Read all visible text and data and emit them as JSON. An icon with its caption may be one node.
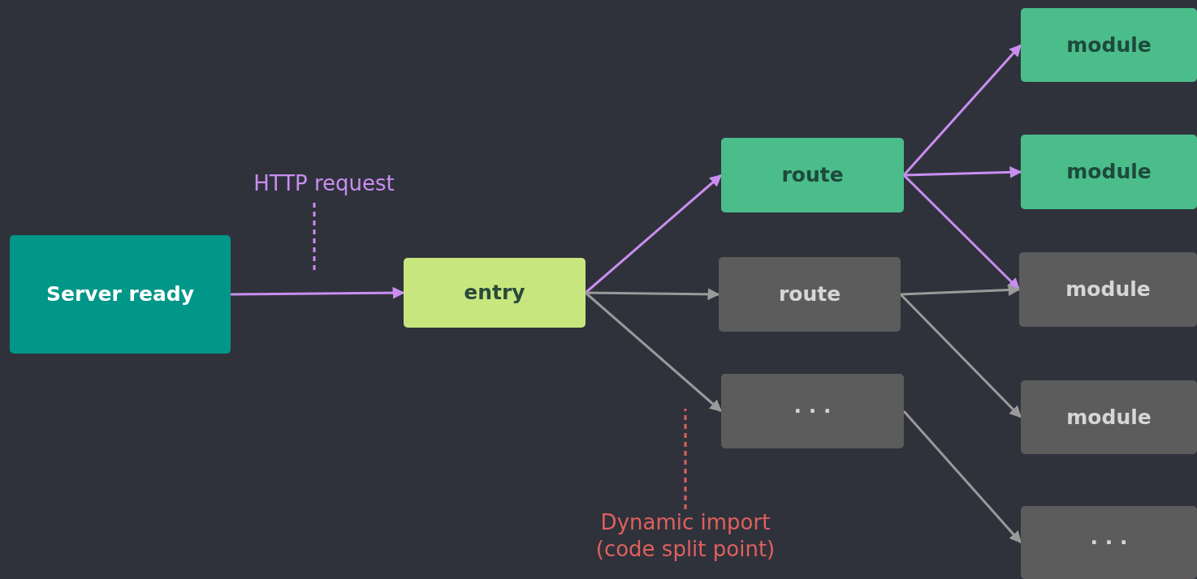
{
  "diagram": {
    "nodes": [
      {
        "text": [
          "Server ready"
        ]
      },
      {
        "text": [
          "entry"
        ]
      },
      {
        "text": [
          "route"
        ]
      },
      {
        "text": [
          "route"
        ]
      },
      {
        "text": [
          "· · ·"
        ]
      },
      {
        "text": [
          "module"
        ]
      },
      {
        "text": [
          "module"
        ]
      },
      {
        "text": [
          "module"
        ]
      },
      {
        "text": [
          "module"
        ]
      },
      {
        "text": [
          "· · ·"
        ]
      },
      {
        "text": [
          "HTTP request"
        ]
      },
      {
        "text": [
          "Dynamic import (code split point)"
        ]
      }
    ],
    "edges": [
      {
        "from": 0,
        "to": 1,
        "arrow": "to",
        "color": "#c98ef0"
      },
      {
        "from": 1,
        "to": 2,
        "arrow": "to",
        "color": "#c98ef0"
      },
      {
        "from": 1,
        "to": 3,
        "arrow": "to"
      },
      {
        "from": 1,
        "to": 4,
        "arrow": "to"
      },
      {
        "from": 2,
        "to": 5,
        "arrow": "to",
        "color": "#c98ef0"
      },
      {
        "from": 2,
        "to": 6,
        "arrow": "to",
        "color": "#c98ef0"
      },
      {
        "from": 2,
        "to": 7,
        "arrow": "to",
        "color": "#c98ef0"
      },
      {
        "from": 3,
        "to": 7,
        "arrow": "to"
      },
      {
        "from": 3,
        "to": 8,
        "arrow": "to"
      },
      {
        "from": 4,
        "to": 9,
        "arrow": "to"
      },
      {
        "from": 10,
        "to": null,
        "arrow": "none",
        "style": "dashed",
        "color": "#c98ef0"
      },
      {
        "from": 11,
        "to": null,
        "arrow": "none",
        "style": "dashed",
        "color": "#e0605e"
      }
    ]
  }
}
